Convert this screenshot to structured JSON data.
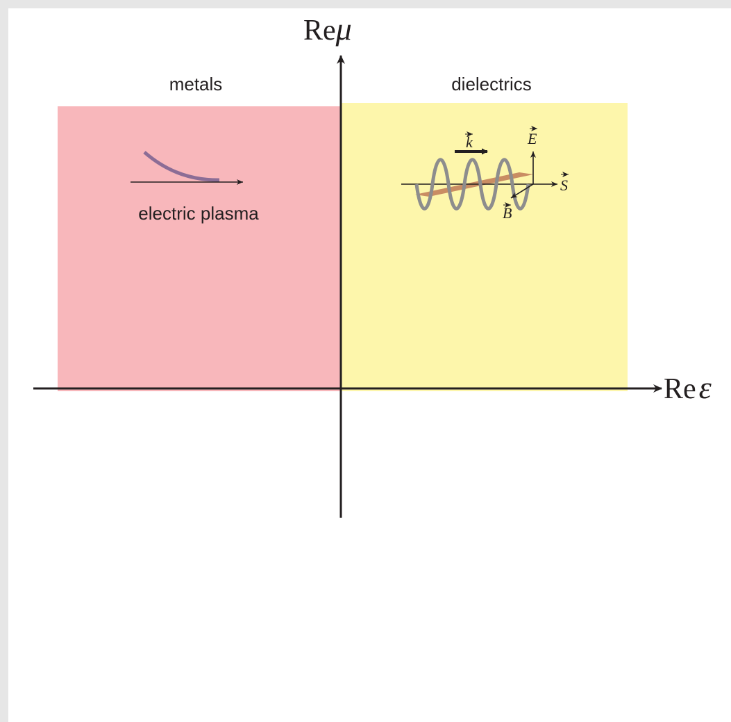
{
  "axes": {
    "y_label": {
      "prefix": "Re",
      "symbol": "μ"
    },
    "x_label": {
      "prefix": "Re",
      "symbol": "ε"
    }
  },
  "quadrants": {
    "left": {
      "label": "metals",
      "inset_caption": "electric plasma",
      "color": "#f8b7bb"
    },
    "right": {
      "label": "dielectrics",
      "color": "#fdf6ab"
    }
  },
  "wave_vectors": {
    "k": "k",
    "E": "E",
    "S": "S",
    "B": "B"
  },
  "colors": {
    "background": "#e6e6e6",
    "panel": "#ffffff",
    "axis": "#231f20",
    "plasma_curve": "#8c6d96",
    "wave": "#8d8d8d",
    "magnetic_ribbon": "#c07a56"
  },
  "icons": {
    "axis_arrow": "arrowhead",
    "vector_arrow": "vector-arrow"
  }
}
